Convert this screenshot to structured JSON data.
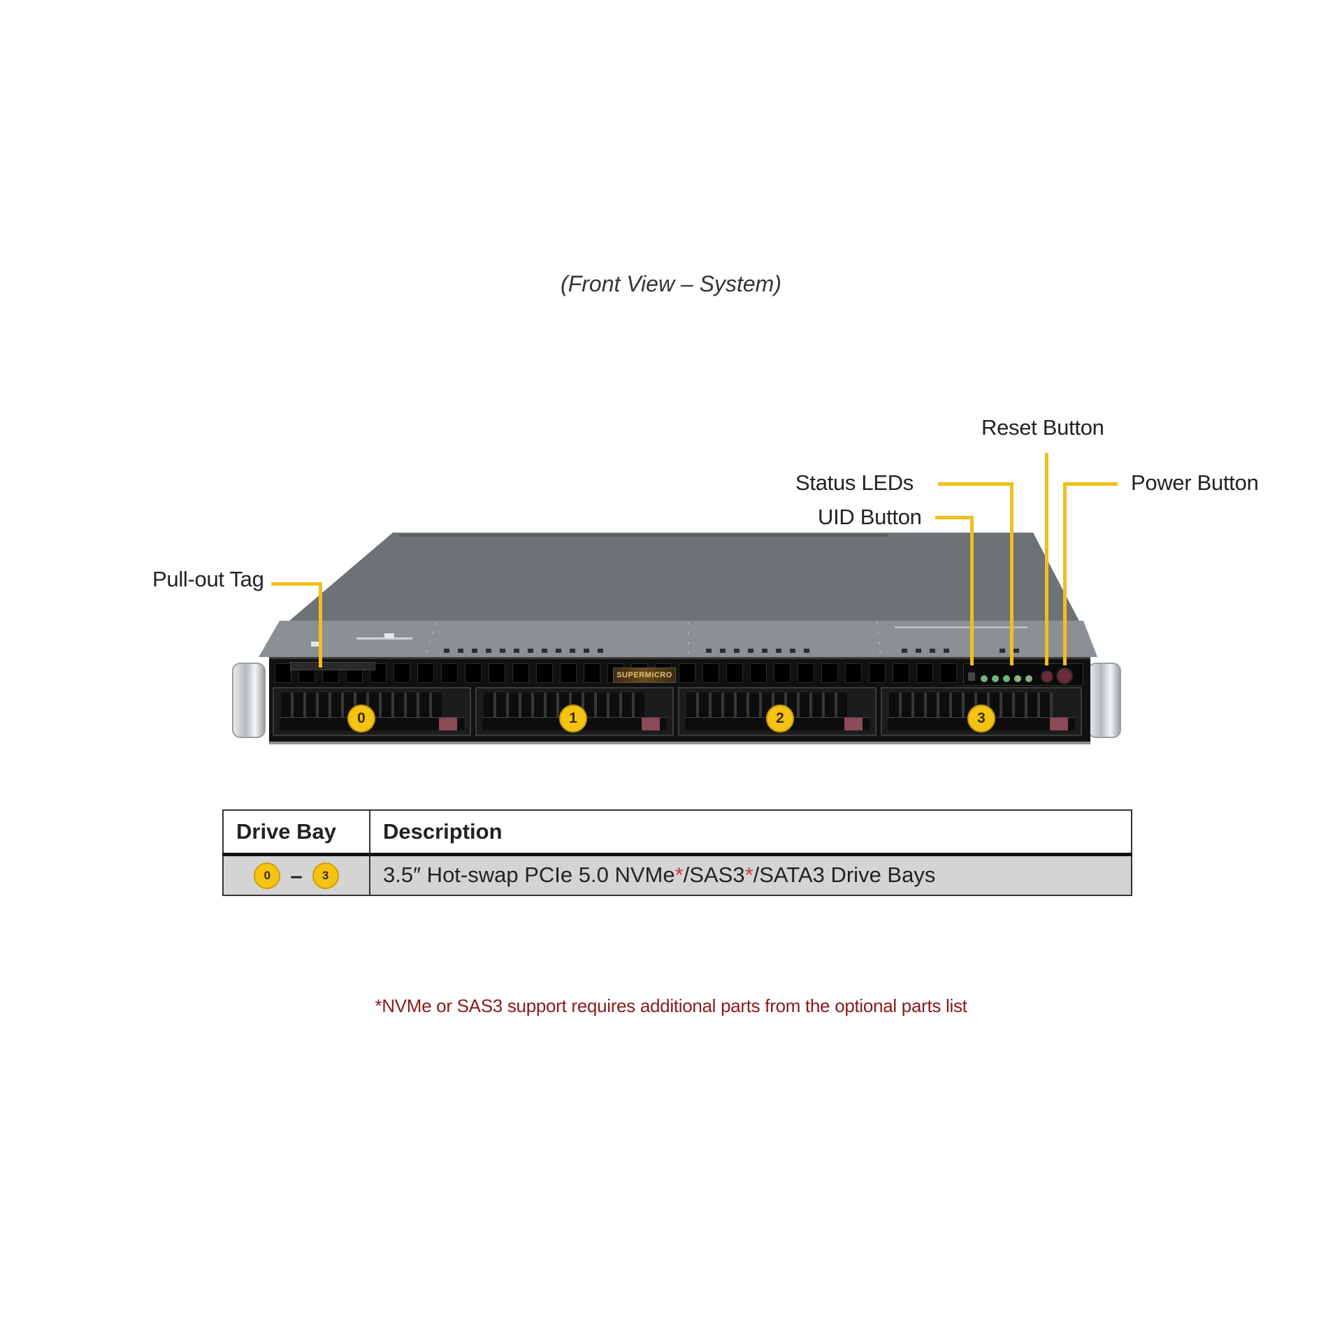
{
  "caption": "(Front View – System)",
  "callouts": {
    "pull_out_tag": "Pull-out  Tag",
    "status_leds": "Status  LEDs",
    "uid_button": "UID  Button",
    "reset_button": "Reset Button",
    "power_button": "Power Button"
  },
  "chassis": {
    "brand_logo": "SUPERMICRO",
    "drive_bays": [
      {
        "number": "0"
      },
      {
        "number": "1"
      },
      {
        "number": "2"
      },
      {
        "number": "3"
      }
    ],
    "status_led_count": 5
  },
  "table": {
    "headers": [
      "Drive Bay",
      "Description"
    ],
    "rows": [
      {
        "bay_start": "0",
        "bay_separator": "–",
        "bay_end": "3",
        "desc_part1": "3.5″ Hot-swap  PCIe 5.0 NVMe",
        "asterisk1": "*",
        "desc_part2": "/SAS3",
        "asterisk2": "*",
        "desc_part3": "/SATA3 Drive Bays"
      }
    ]
  },
  "footnote": "*NVMe  or SAS3 support requires additional parts from the optional parts list",
  "colors": {
    "leader_line": "#f2be1f",
    "badge": "#f5c314",
    "footnote": "#8b1a1a",
    "asterisk": "#d13a3a",
    "table_row_bg": "#d4d4d4"
  }
}
